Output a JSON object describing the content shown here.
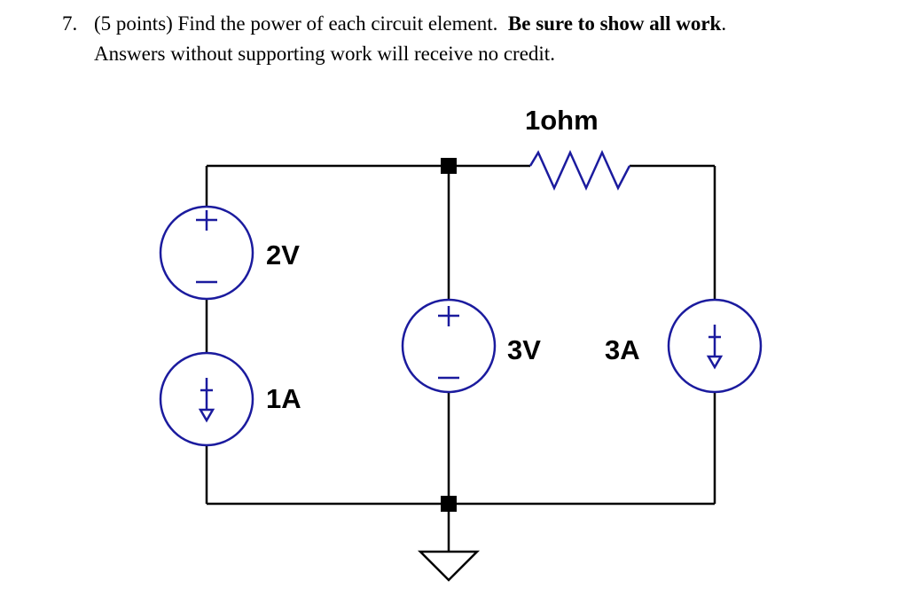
{
  "question": {
    "number": "7.",
    "intro": "(5 points) Find the power of each circuit element.",
    "emphasis": "Be sure to show all work",
    "line1_end": ".",
    "line2": "Answers without supporting work will receive no credit."
  },
  "circuit": {
    "resistor_label": "1ohm",
    "voltage_source_left_label": "2V",
    "current_source_left_label": "1A",
    "voltage_source_middle_label": "3V",
    "current_source_right_label": "3A",
    "line_color": "#000000",
    "symbol_color": "#1b1b9e",
    "icons": [
      "voltage-source-icon",
      "current-source-icon",
      "resistor-icon",
      "ground-icon",
      "node-icon"
    ]
  }
}
